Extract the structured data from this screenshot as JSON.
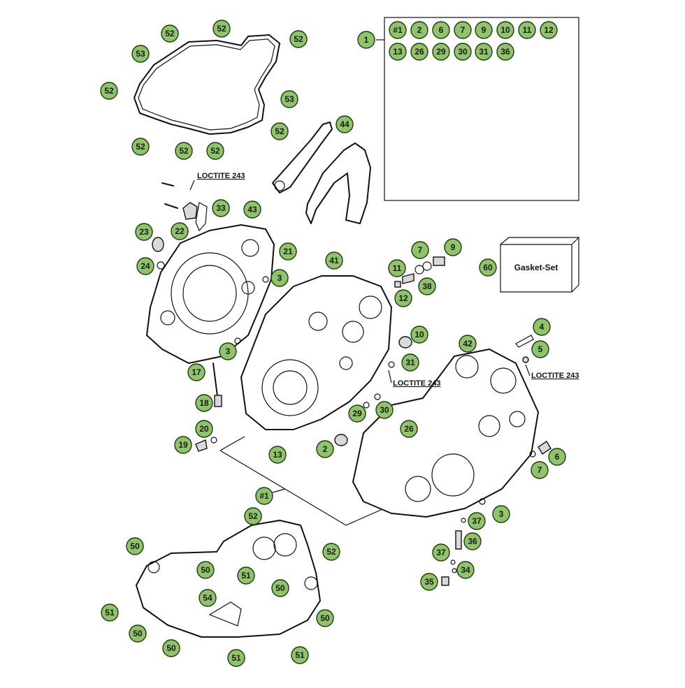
{
  "kit_box": {
    "callout": "1",
    "contents": [
      "#1",
      "2",
      "6",
      "7",
      "9",
      "10",
      "11",
      "12",
      "13",
      "26",
      "29",
      "30",
      "31",
      "36"
    ]
  },
  "gasket_set": {
    "callout": "60",
    "label": "Gasket-Set"
  },
  "loctite_labels": [
    "LOCTITE 243",
    "LOCTITE 243",
    "LOCTITE 243"
  ],
  "callouts": [
    "52",
    "52",
    "52",
    "53",
    "52",
    "53",
    "52",
    "52",
    "52",
    "52",
    "44",
    "33",
    "22",
    "43",
    "23",
    "24",
    "21",
    "3",
    "41",
    "11",
    "7",
    "9",
    "38",
    "12",
    "60",
    "3",
    "10",
    "31",
    "17",
    "42",
    "4",
    "5",
    "18",
    "30",
    "29",
    "26",
    "2",
    "20",
    "19",
    "13",
    "6",
    "7",
    "#1",
    "3",
    "37",
    "36",
    "37",
    "34",
    "35",
    "52",
    "50",
    "52",
    "50",
    "51",
    "50",
    "54",
    "51",
    "50",
    "50",
    "50",
    "51",
    "51"
  ]
}
